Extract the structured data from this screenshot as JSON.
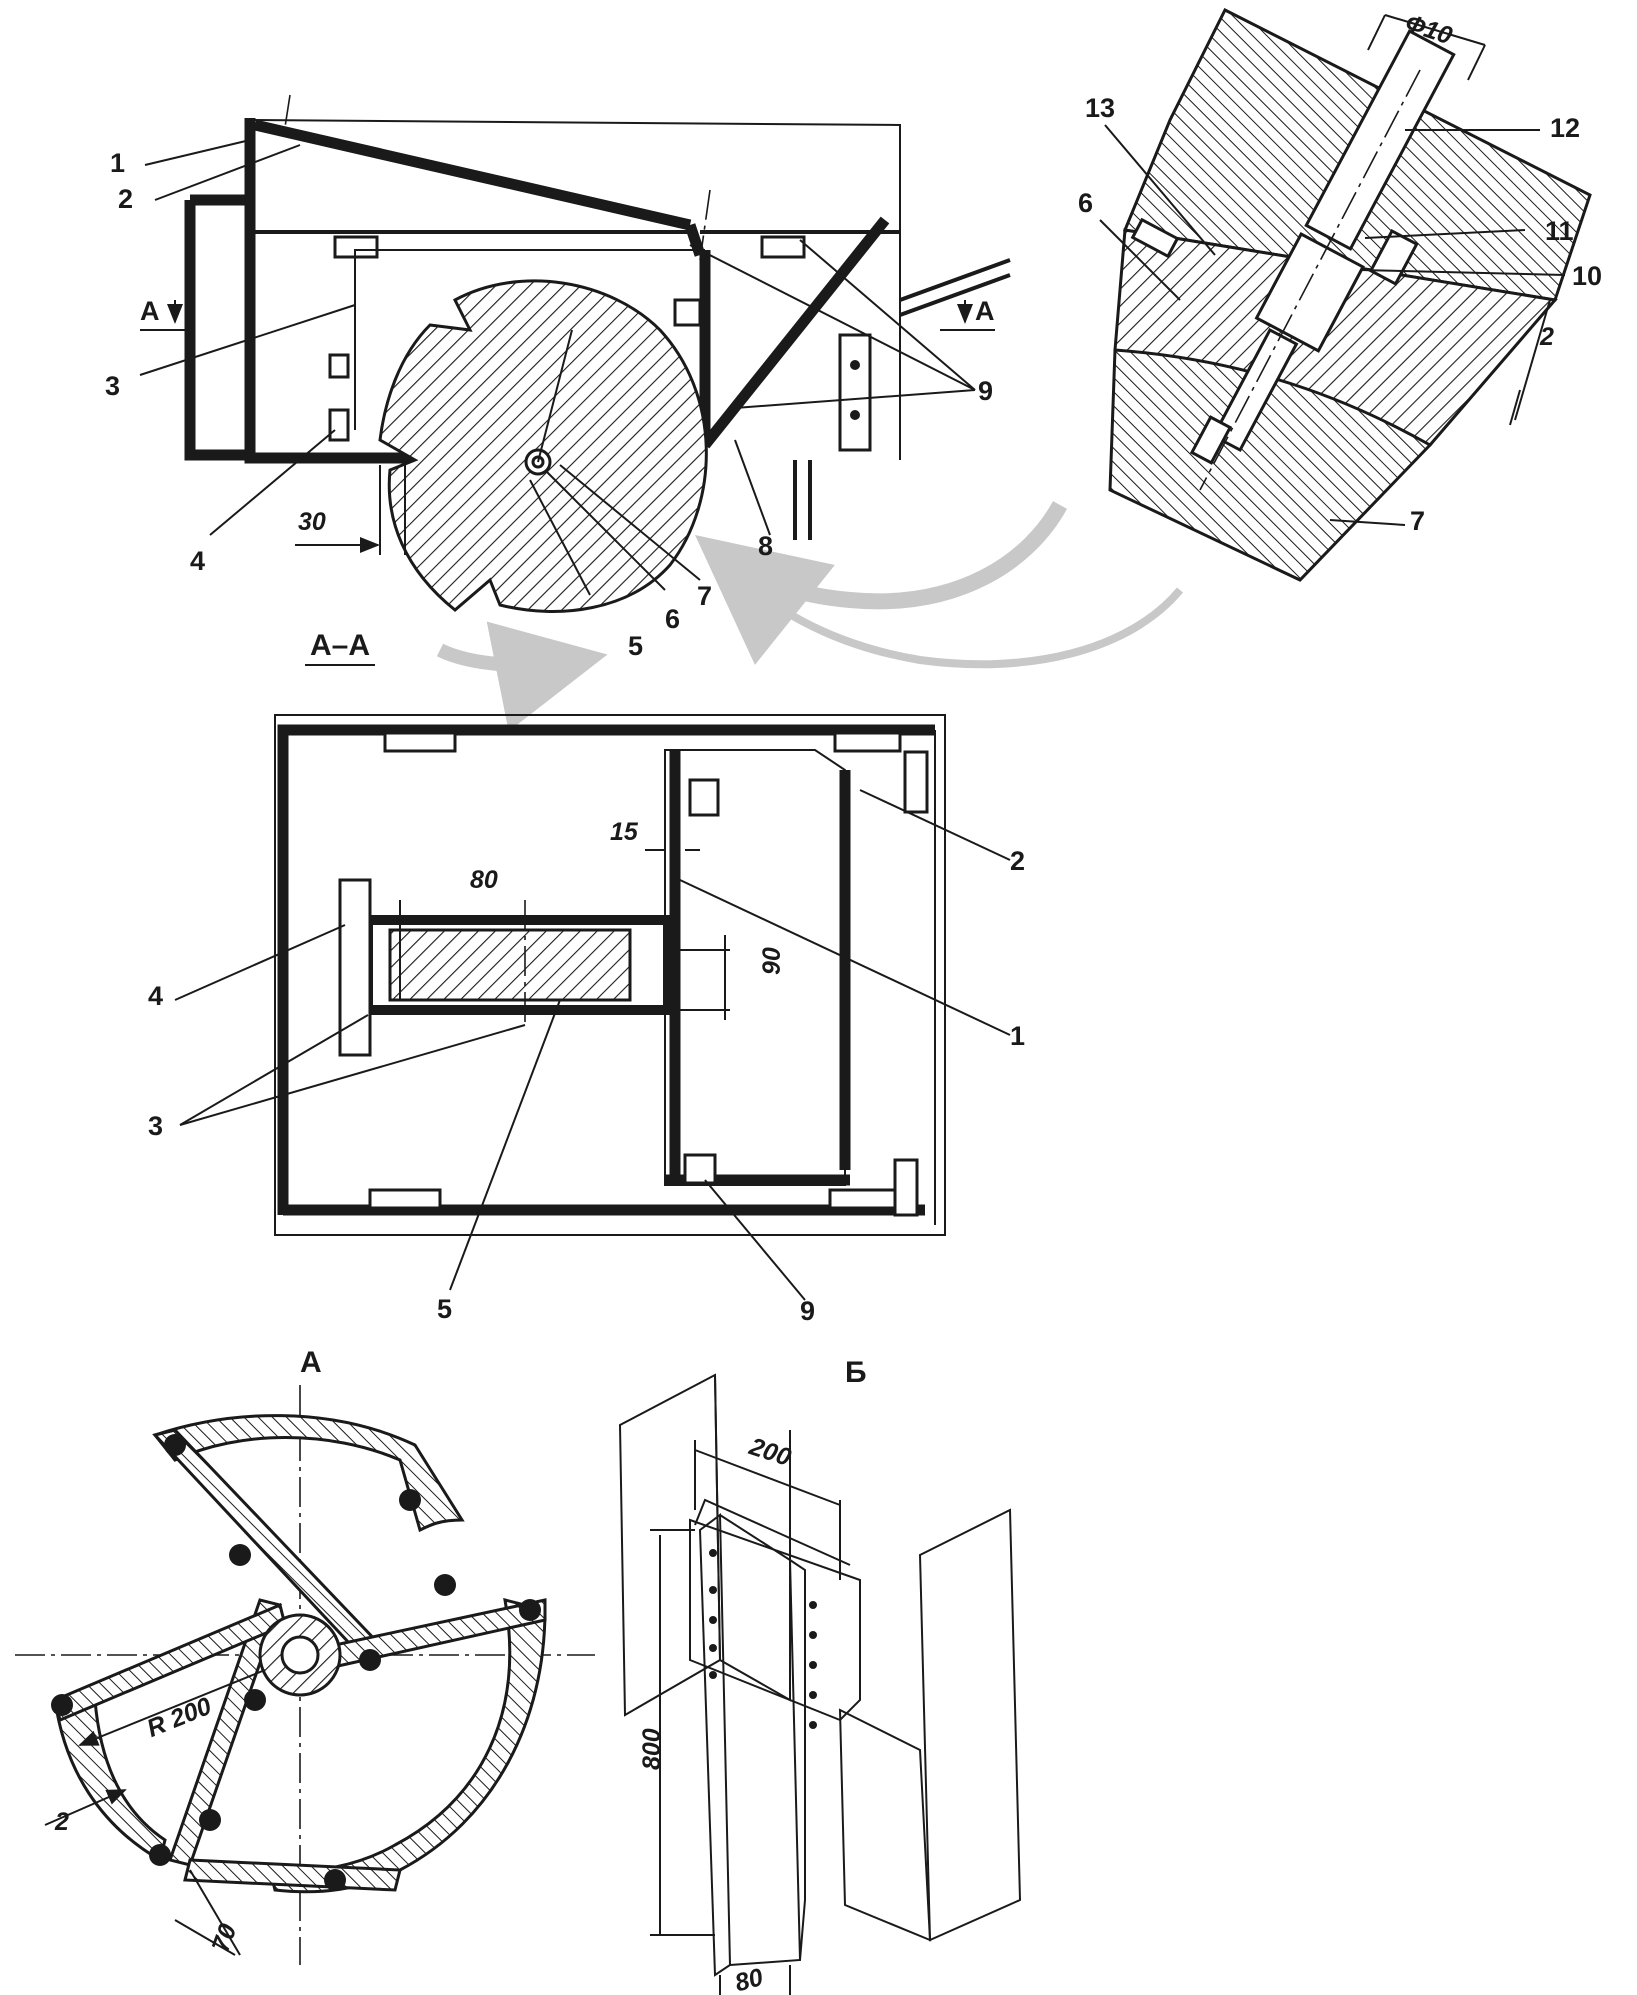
{
  "views": {
    "side": {
      "section_marker": "А",
      "labels": [
        "1",
        "2",
        "3",
        "4",
        "5",
        "6",
        "7",
        "8",
        "9"
      ],
      "dimensions": [
        "30"
      ]
    },
    "detail": {
      "labels": [
        "13",
        "12",
        "11",
        "10",
        "6",
        "7"
      ],
      "dimensions": [
        "Ф10",
        "2"
      ]
    },
    "section_aa": {
      "title": "А–А",
      "labels": [
        "2",
        "1",
        "4",
        "3",
        "5",
        "9"
      ],
      "dimensions": [
        "80",
        "15",
        "90"
      ]
    },
    "view_a": {
      "title": "А",
      "dimensions": [
        "R 200",
        "2",
        "70"
      ]
    },
    "view_b": {
      "title": "Б",
      "dimensions": [
        "200",
        "800",
        "80"
      ]
    }
  },
  "colors": {
    "ink": "#1a1a1a",
    "paper": "#ffffff",
    "arrow": "#c8c8c8"
  }
}
